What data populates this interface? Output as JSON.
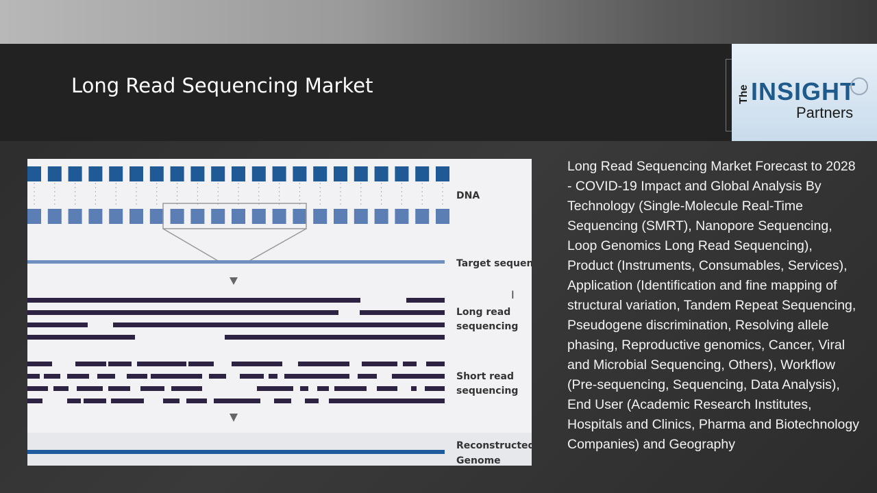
{
  "slide": {
    "title": "Long Read Sequencing Market",
    "logo_text": {
      "the": "The",
      "insight": "INSIGHT",
      "partners": "Partners"
    },
    "description": "Long Read Sequencing Market Forecast to 2028 - COVID-19 Impact and Global Analysis By Technology (Single-Molecule Real-Time Sequencing (SMRT), Nanopore Sequencing, Loop Genomics Long Read Sequencing), Product (Instruments, Consumables, Services), Application (Identification and fine mapping of structural variation, Tandem Repeat Sequencing, Pseudogene discrimination, Resolving allele phasing, Reproductive genomics, Cancer, Viral and Microbial Sequencing, Others), Workflow (Pre-sequencing, Sequencing, Data Analysis), End User (Academic Research Institutes, Hospitals and Clinics, Pharma and Biotechnology Companies) and Geography"
  },
  "figure": {
    "labels": {
      "dna": "DNA",
      "target": "Target sequence",
      "long1": "Long read",
      "long2": "sequencing",
      "short1": "Short read",
      "short2": "sequencing",
      "recon1": "Reconstructed",
      "recon2": "Genome"
    },
    "colors": {
      "dark_base": "#1f5a96",
      "light_base": "#5b7fb5",
      "target": "#6f8fbf",
      "reads": "#2f2344",
      "genome": "#1f5a9a",
      "brand": "#1e5a8c"
    }
  }
}
